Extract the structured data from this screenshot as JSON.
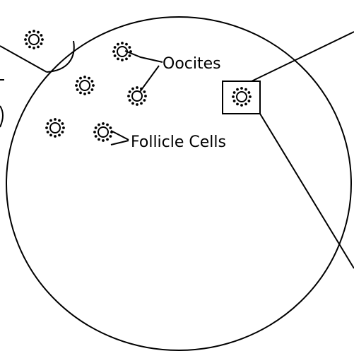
{
  "diagram": {
    "labels": {
      "oocites": "Oocites",
      "follicle_cells": "Follicle Cells"
    },
    "follicles": [
      {
        "id": "f1",
        "callout": false
      },
      {
        "id": "f2",
        "callout": "oocites"
      },
      {
        "id": "f3",
        "callout": false
      },
      {
        "id": "f4",
        "callout": "oocites"
      },
      {
        "id": "f5",
        "callout": false
      },
      {
        "id": "f6",
        "callout": "follicle_cells"
      },
      {
        "id": "f7",
        "callout": "magnified"
      }
    ],
    "colors": {
      "stroke": "#000000",
      "dots": "#000000",
      "background": "#ffffff"
    }
  }
}
